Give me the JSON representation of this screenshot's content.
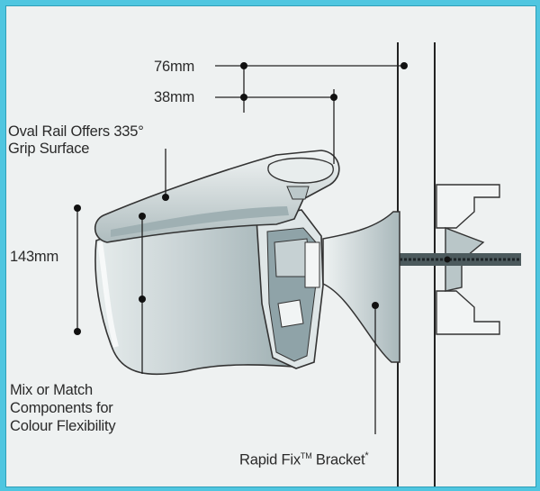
{
  "dimensions": {
    "overall_depth": "76mm",
    "rail_depth": "38mm",
    "height": "143mm"
  },
  "callouts": {
    "oval_rail": [
      "Oval Rail Offers 335°",
      "Grip Surface"
    ],
    "mix_match": [
      "Mix or Match",
      "Components for",
      "Colour Flexibility"
    ],
    "bracket_name": "Rapid Fix",
    "bracket_tm": "TM",
    "bracket_word": " Bracket",
    "bracket_note": "*"
  },
  "colors": {
    "border": "#4fc6e0",
    "background": "#eef1f1",
    "line": "#222222",
    "rail_fill": "#cfd8da",
    "shade": "#8fa3a8"
  }
}
